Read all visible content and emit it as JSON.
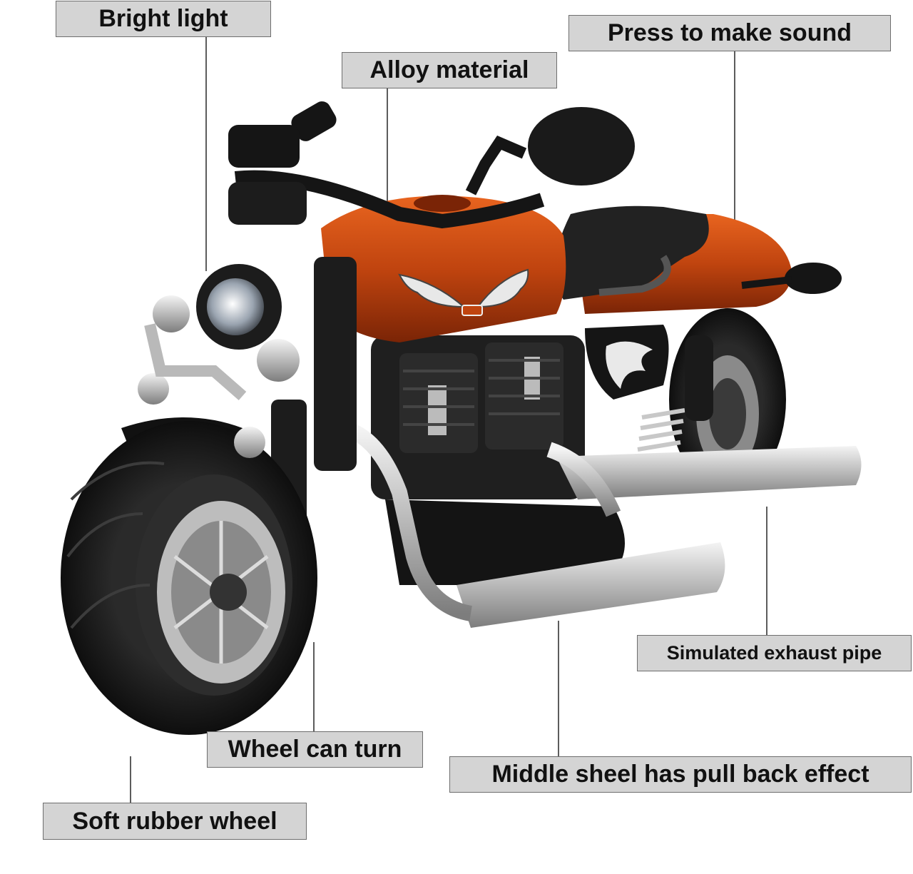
{
  "callouts": {
    "bright_light": "Bright light",
    "alloy_material": "Alloy material",
    "press_sound": "Press to make sound",
    "exhaust_pipe": "Simulated exhaust pipe",
    "wheel_turn": "Wheel can turn",
    "pull_back": "Middle sheel has pull back effect",
    "rubber_wheel": "Soft rubber wheel"
  },
  "colors": {
    "tank_orange": "#c0440f",
    "body_black": "#1c1c1c",
    "chrome": "#c9c9c9",
    "label_bg": "#d4d4d4"
  }
}
